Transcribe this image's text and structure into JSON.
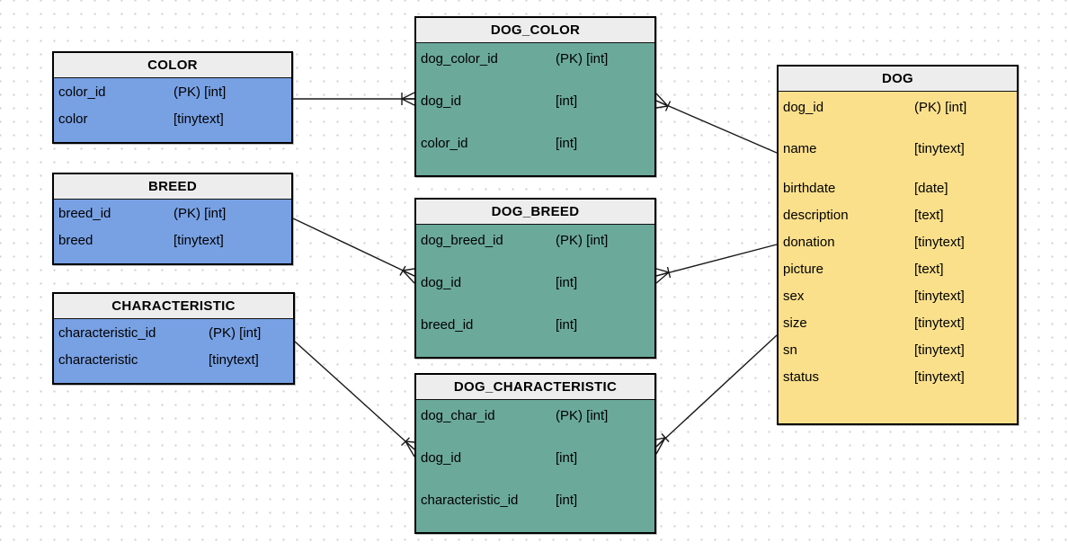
{
  "palette": {
    "table_blue": "#78A1E4",
    "table_teal": "#6BA99B",
    "table_yellow": "#FBE08C",
    "header_gray": "#EDEDED",
    "table_border": "#000000",
    "line_color": "#1A1A1A",
    "dot_grid": "#D4D4D4",
    "canvas_bg": "#FFFFFF"
  },
  "tables": {
    "color": {
      "name": "COLOR",
      "fields": [
        {
          "name": "color_id",
          "type": "(PK) [int]"
        },
        {
          "name": "color",
          "type": "[tinytext]"
        }
      ]
    },
    "breed": {
      "name": "BREED",
      "fields": [
        {
          "name": "breed_id",
          "type": "(PK) [int]"
        },
        {
          "name": "breed",
          "type": "[tinytext]"
        }
      ]
    },
    "characteristic": {
      "name": "CHARACTERISTIC",
      "fields": [
        {
          "name": "characteristic_id",
          "type": "(PK) [int]"
        },
        {
          "name": "characteristic",
          "type": "[tinytext]"
        }
      ]
    },
    "dog_color": {
      "name": "DOG_COLOR",
      "fields": [
        {
          "name": "dog_color_id",
          "type": "(PK) [int]"
        },
        {
          "name": "dog_id",
          "type": "[int]"
        },
        {
          "name": "color_id",
          "type": "[int]"
        }
      ]
    },
    "dog_breed": {
      "name": "DOG_BREED",
      "fields": [
        {
          "name": "dog_breed_id",
          "type": "(PK) [int]"
        },
        {
          "name": "dog_id",
          "type": "[int]"
        },
        {
          "name": "breed_id",
          "type": "[int]"
        }
      ]
    },
    "dog_characteristic": {
      "name": "DOG_CHARACTERISTIC",
      "fields": [
        {
          "name": "dog_char_id",
          "type": "(PK) [int]"
        },
        {
          "name": "dog_id",
          "type": "[int]"
        },
        {
          "name": "characteristic_id",
          "type": "[int]"
        }
      ]
    },
    "dog": {
      "name": "DOG",
      "fields": [
        {
          "name": "dog_id",
          "type": "(PK) [int]"
        },
        {
          "name": "name",
          "type": "[tinytext]"
        },
        {
          "name": "birthdate",
          "type": "[date]"
        },
        {
          "name": "description",
          "type": "[text]"
        },
        {
          "name": "donation",
          "type": "[tinytext]"
        },
        {
          "name": "picture",
          "type": "[text]"
        },
        {
          "name": "sex",
          "type": "[tinytext]"
        },
        {
          "name": "size",
          "type": "[tinytext]"
        },
        {
          "name": "sn",
          "type": "[tinytext]"
        },
        {
          "name": "status",
          "type": "[tinytext]"
        }
      ]
    }
  },
  "relationships": [
    {
      "from": "COLOR",
      "to": "DOG_COLOR",
      "cardinality": "one-to-many"
    },
    {
      "from": "BREED",
      "to": "DOG_BREED",
      "cardinality": "one-to-many"
    },
    {
      "from": "CHARACTERISTIC",
      "to": "DOG_CHARACTERISTIC",
      "cardinality": "one-to-many"
    },
    {
      "from": "DOG",
      "to": "DOG_COLOR",
      "cardinality": "one-to-many"
    },
    {
      "from": "DOG",
      "to": "DOG_BREED",
      "cardinality": "one-to-many"
    },
    {
      "from": "DOG",
      "to": "DOG_CHARACTERISTIC",
      "cardinality": "one-to-many"
    }
  ]
}
